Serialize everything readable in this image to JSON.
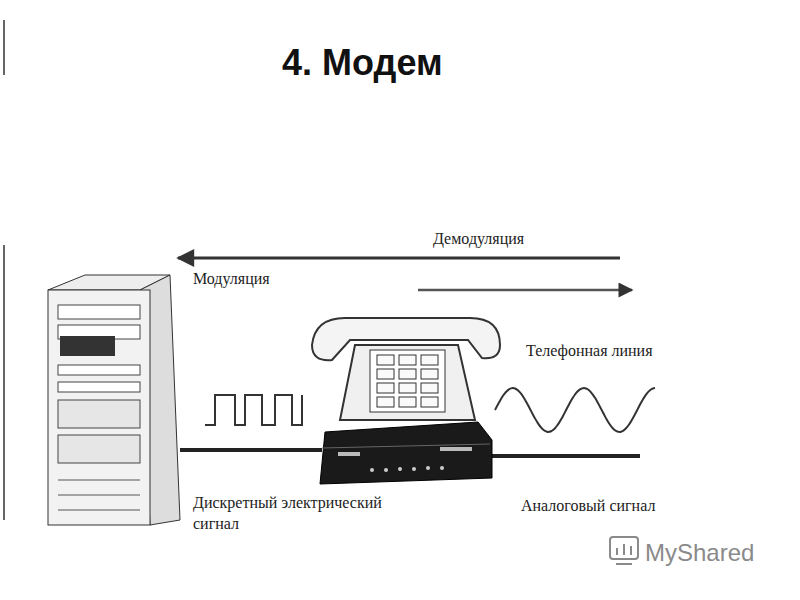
{
  "diagram": {
    "title": "4. Модем",
    "labels": [
      "Демодуляция",
      "Модуляция",
      "Телефонная линия",
      "Дискретный электрический сигнал",
      "Аналоговый сигнал",
      "MyShared"
    ]
  }
}
